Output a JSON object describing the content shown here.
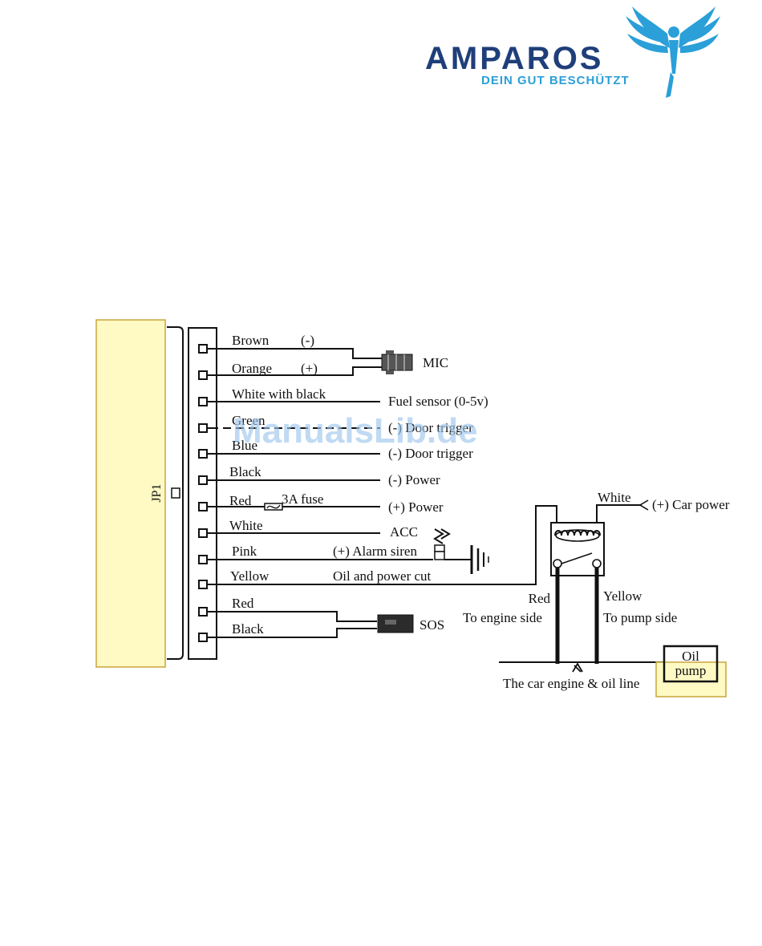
{
  "logo": {
    "name": "AMPAROS",
    "tagline": "DEIN GUT BESCHÜTZT",
    "colors": {
      "name": "#1f3f7a",
      "accent": "#2a9fd8"
    }
  },
  "watermark": "ManualsLib.de",
  "connector": {
    "label": "JP1",
    "fill": "#fff9c4"
  },
  "wires": [
    {
      "color": "Brown",
      "polarity": "(-)"
    },
    {
      "color": "Orange",
      "polarity": "(+)"
    },
    {
      "color": "White with black",
      "function": "Fuel sensor  (0-5v)"
    },
    {
      "color": "Green",
      "function": "(-) Door trigger"
    },
    {
      "color": "Blue",
      "function": "(-) Door trigger"
    },
    {
      "color": "Black",
      "function": "(-) Power"
    },
    {
      "color": "Red",
      "inline": "3A fuse",
      "function": "(+) Power"
    },
    {
      "color": "White",
      "function": "ACC"
    },
    {
      "color": "Pink",
      "function": "(+) Alarm siren"
    },
    {
      "color": "Yellow",
      "function": "Oil and power cut"
    },
    {
      "color": "Red"
    },
    {
      "color": "Black"
    }
  ],
  "devices": {
    "mic": "MIC",
    "sos": "SOS"
  },
  "relay": {
    "top_wire": "White",
    "car_power": "(+) Car power",
    "engine_wire": "Red",
    "engine_side": "To engine side",
    "pump_wire": "Yellow",
    "pump_side": "To pump side"
  },
  "engine_line": "The car engine & oil line",
  "pump": {
    "line1": "Oil",
    "line2": "pump"
  }
}
